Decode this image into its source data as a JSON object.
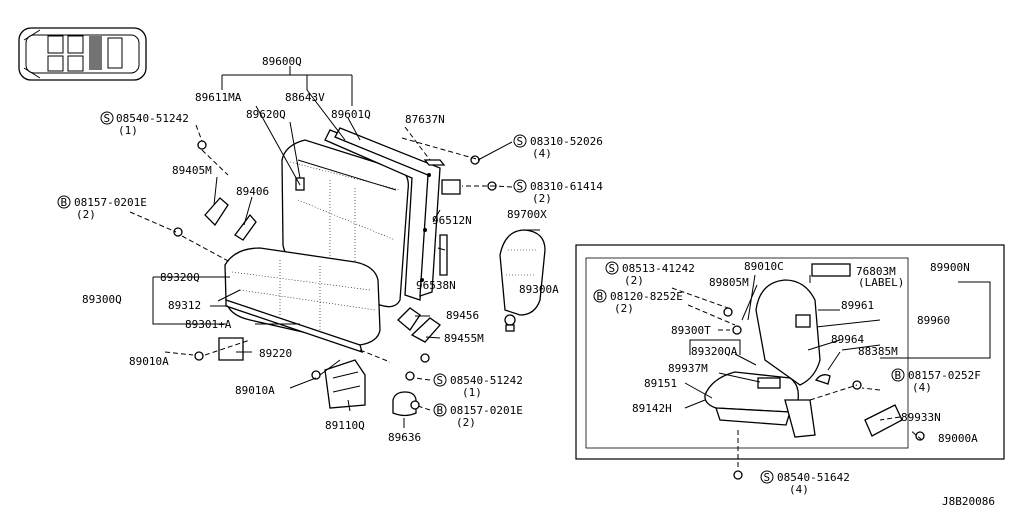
{
  "labels": {
    "p89600q": "89600Q",
    "p89611ma": "89611MA",
    "p88643v": "88643V",
    "p89620q": "89620Q",
    "p89601q": "89601Q",
    "s08540_51242_top": "08540-51242",
    "q1_top": "(1)",
    "p87637n": "87637N",
    "s08310_52026": "08310-52026",
    "q4_a": "(4)",
    "p89405m": "89405M",
    "p89406": "89406",
    "s08310_61414": "08310-61414",
    "q2_a": "(2)",
    "b08157_0201e_left": "08157-0201E",
    "q2_b": "(2)",
    "p96512n": "96512N",
    "p89700x": "89700X",
    "p96538n": "96538N",
    "p89300a": "89300A",
    "p89320q": "89320Q",
    "p89300q": "89300Q",
    "p89312": "89312",
    "p89301a": "89301+A",
    "p89456": "89456",
    "p89455m": "89455M",
    "p89010a_1": "89010A",
    "p89220": "89220",
    "p89010a_2": "89010A",
    "s08540_51242_mid": "08540-51242",
    "q1_mid": "(1)",
    "b08157_0201e_mid": "08157-0201E",
    "q2_c": "(2)",
    "p89110q": "89110Q",
    "p89636": "89636",
    "s08513_41242": "08513-41242",
    "q2_d": "(2)",
    "p89010c": "89010C",
    "p76803m": "76803M",
    "label_note": "(LABEL)",
    "p89900n": "89900N",
    "p89805m": "89805M",
    "b08120_8252e": "08120-8252E",
    "q2_e": "(2)",
    "p89961": "89961",
    "p89960": "89960",
    "p89300t": "89300T",
    "p89964": "89964",
    "p88385m": "88385M",
    "p89320qa": "89320QA",
    "p89937m": "89937M",
    "p89151": "89151",
    "b08157_0252f": "08157-0252F",
    "q4_b": "(4)",
    "p89142h": "89142H",
    "p89933n": "89933N",
    "p89000a": "89000A",
    "s08540_51642": "08540-51642",
    "q4_c": "(4)",
    "diagram_code": "J8B20086"
  },
  "symbols": {
    "screw": "S",
    "bolt": "B"
  }
}
